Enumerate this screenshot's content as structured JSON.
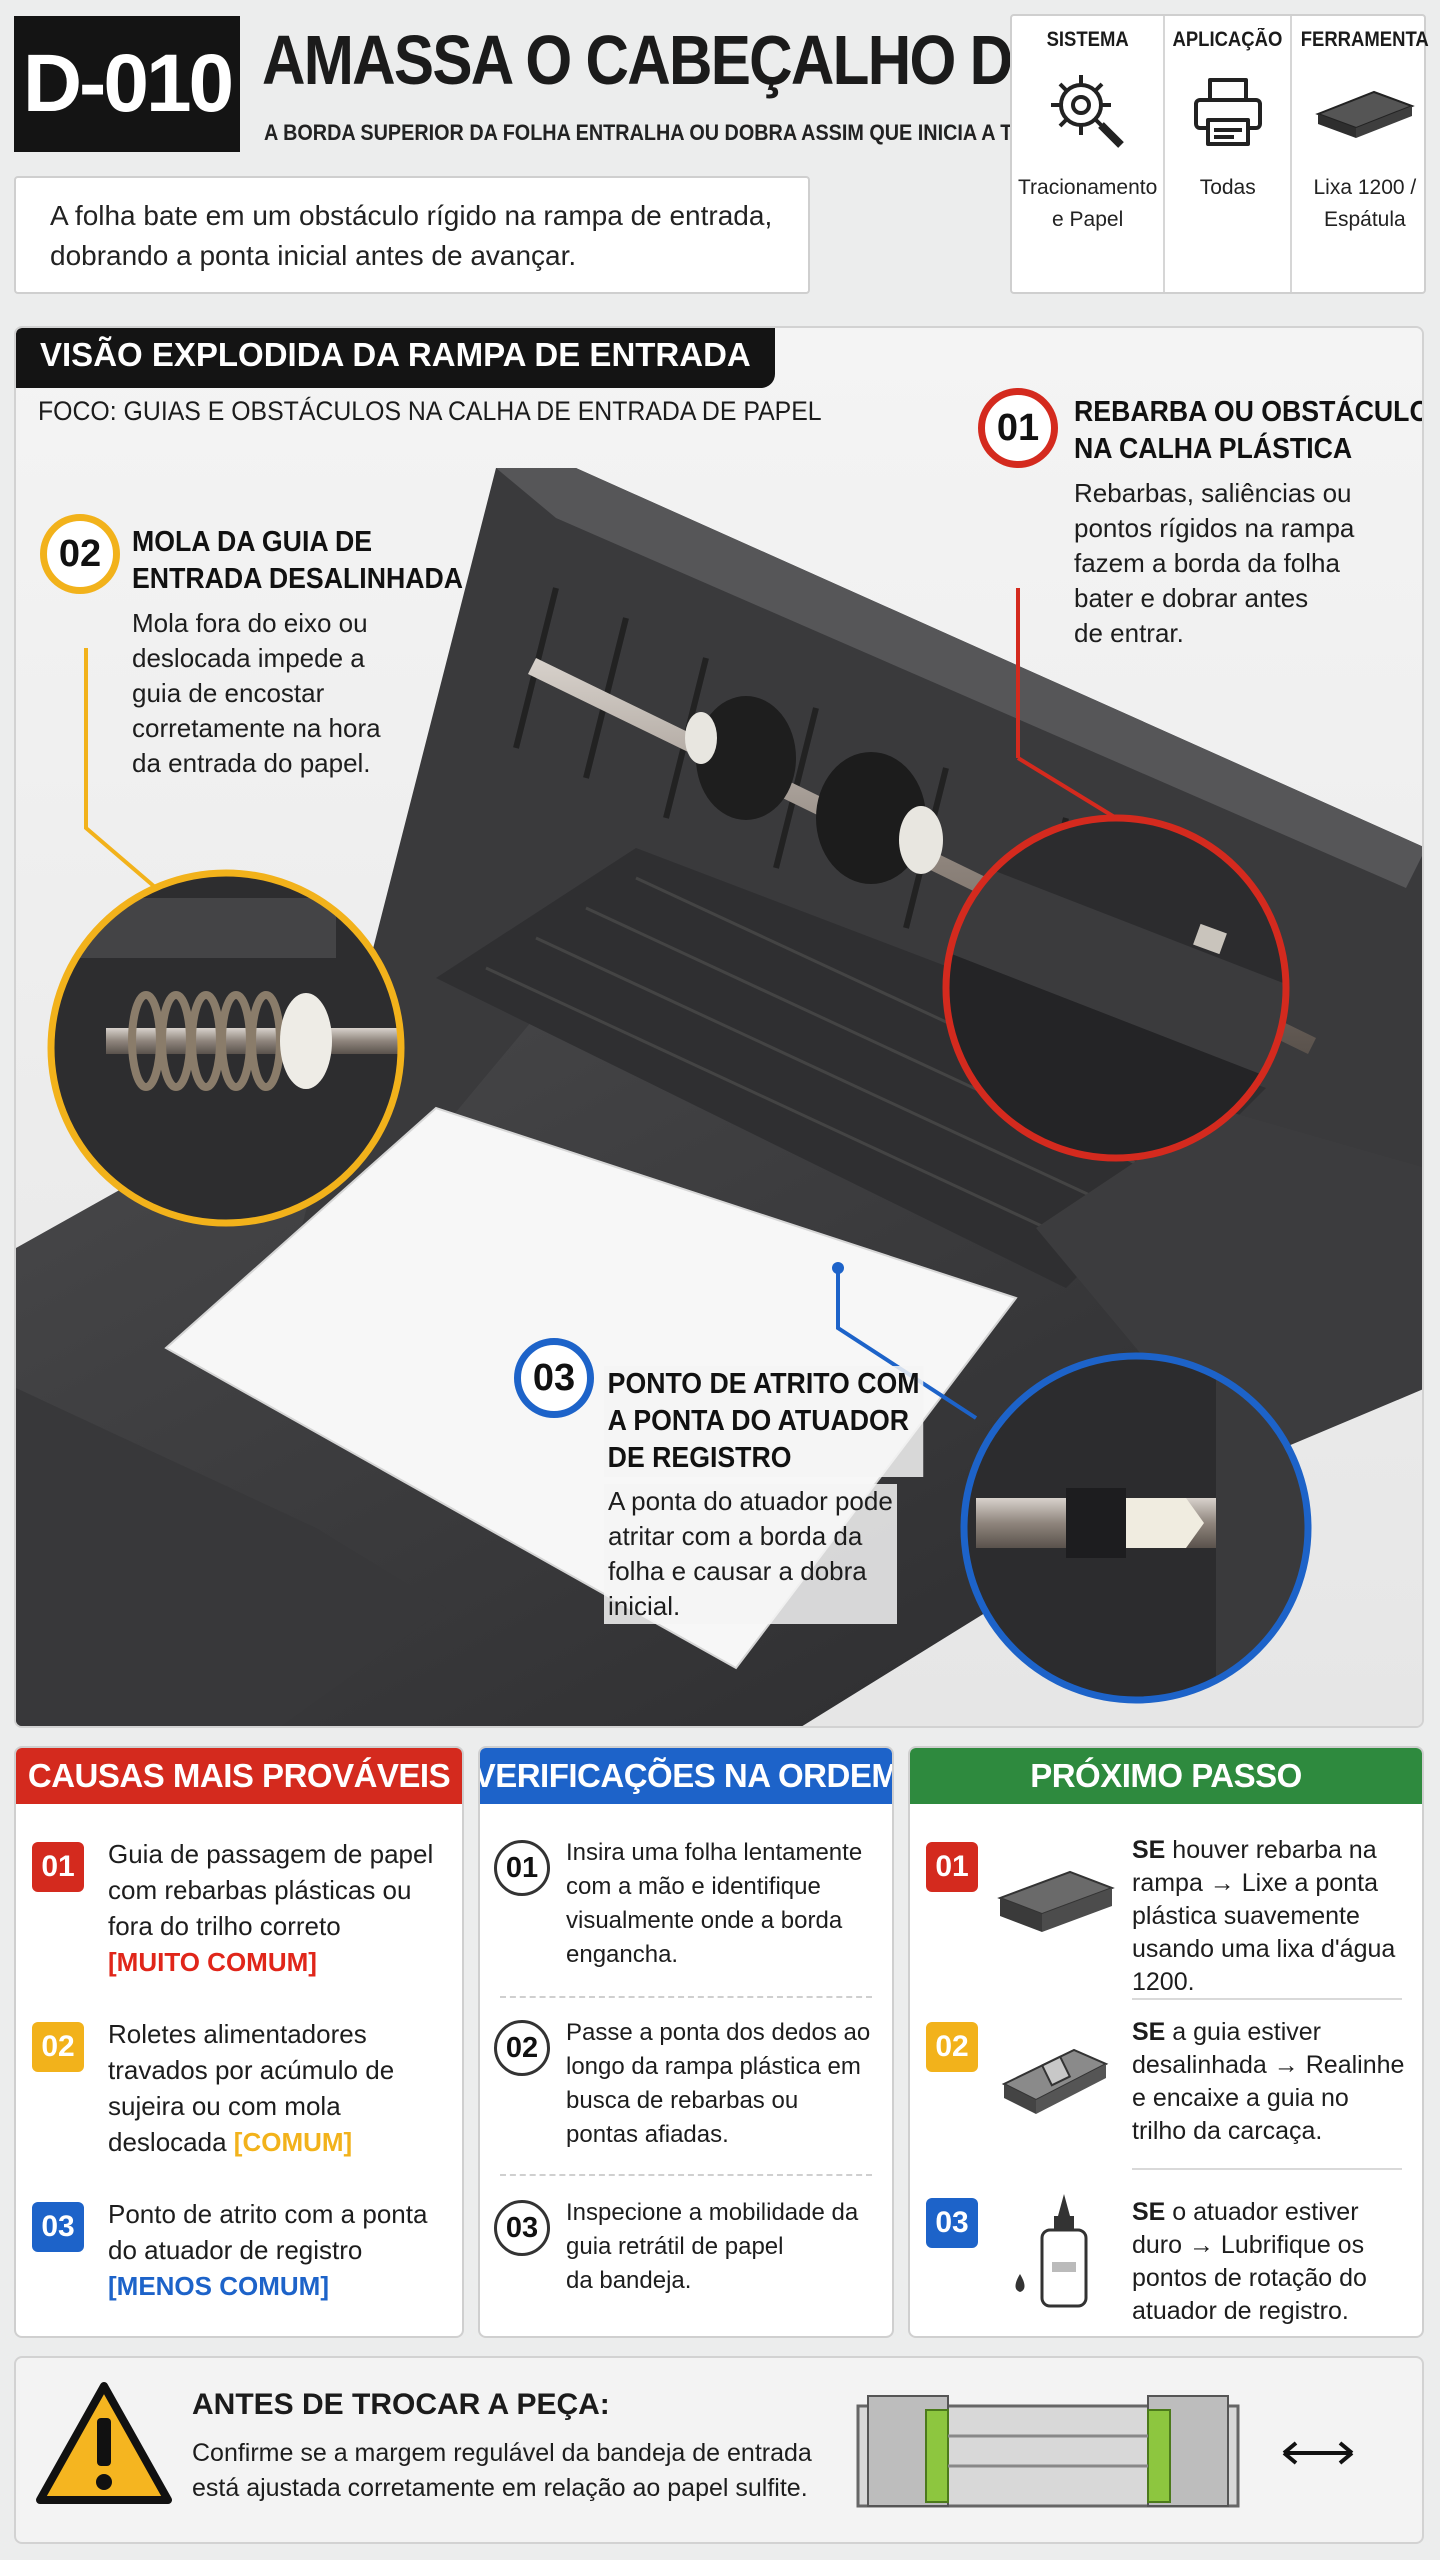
{
  "header": {
    "code": "D-010",
    "title": "AMASSA O CABEÇALHO DA FOLHA",
    "subtitle": "A BORDA SUPERIOR DA FOLHA ENTRALHA OU DOBRA ASSIM QUE INICIA A TRAÇÃO.",
    "intro_line1": "A folha bate em um obstáculo rígido na rampa de entrada,",
    "intro_line2": "dobrando a ponta inicial antes de avançar."
  },
  "meta": [
    {
      "heading": "SISTEMA",
      "icon": "gear-search-icon",
      "value_line1": "Tracionamento",
      "value_line2": "e Papel"
    },
    {
      "heading": "APLICAÇÃO",
      "icon": "printer-icon",
      "value_line1": "Todas",
      "value_line2": ""
    },
    {
      "heading": "FERRAMENTA",
      "icon": "sanding-block-icon",
      "value_line1": "Lixa 1200 /",
      "value_line2": "Espátula"
    }
  ],
  "diagram": {
    "section_label": "VISÃO EXPLODIDA DA RAMPA DE ENTRADA",
    "focus": "FOCO: GUIAS E OBSTÁCULOS NA CALHA DE ENTRADA DE PAPEL",
    "callouts": [
      {
        "num": "01",
        "color": "#d42a1e",
        "title_line1": "REBARBA OU OBSTÁCULO",
        "title_line2": "NA CALHA PLÁSTICA",
        "text": [
          "Rebarbas, saliências ou",
          "pontos rígidos na rampa",
          "fazem a borda da folha",
          "bater e dobrar antes",
          "de entrar."
        ]
      },
      {
        "num": "02",
        "color": "#f2b21b",
        "title_line1": "MOLA DA GUIA DE",
        "title_line2": "ENTRADA DESALINHADA",
        "text": [
          "Mola fora do eixo ou",
          "deslocada impede a",
          "guia de encostar",
          "corretamente na hora",
          "da entrada do papel."
        ]
      },
      {
        "num": "03",
        "color": "#1d63c9",
        "title_line1": "PONTO DE ATRITO COM",
        "title_line2": "A PONTA DO ATUADOR",
        "title_line3": "DE REGISTRO",
        "text": [
          "A ponta do atuador pode",
          "atritar com a borda da",
          "folha e causar a dobra",
          "inicial."
        ]
      }
    ]
  },
  "causes": {
    "heading": "CAUSAS MAIS PROVÁVEIS",
    "color": "#d42a1e",
    "items": [
      {
        "num": "01",
        "color": "#d42a1e",
        "lines": [
          "Guia de passagem de papel",
          "com rebarbas plásticas ou",
          "fora do trilho correto"
        ],
        "tag": "[MUITO COMUM]",
        "tag_color": "#e0261a"
      },
      {
        "num": "02",
        "color": "#f2b21b",
        "lines": [
          "Roletes alimentadores",
          "travados por acúmulo de",
          "sujeira ou com mola"
        ],
        "last_line": "deslocada",
        "tag": "[COMUM]",
        "tag_color": "#f2b21b"
      },
      {
        "num": "03",
        "color": "#1d63c9",
        "lines": [
          "Ponto de atrito com a ponta",
          "do atuador de registro"
        ],
        "tag": "[MENOS COMUM]",
        "tag_color": "#1d63c9"
      }
    ]
  },
  "checks": {
    "heading": "VERIFICAÇÕES NA ORDEM",
    "color": "#1d63c9",
    "items": [
      {
        "num": "01",
        "lines": [
          "Insira uma folha lentamente",
          "com a mão e identifique",
          "visualmente onde a borda",
          "engancha."
        ]
      },
      {
        "num": "02",
        "lines": [
          "Passe a ponta dos dedos ao",
          "longo da rampa plástica em",
          "busca de rebarbas ou",
          "pontas afiadas."
        ]
      },
      {
        "num": "03",
        "lines": [
          "Inspecione a mobilidade da",
          "guia retrátil de papel",
          "da bandeja."
        ]
      }
    ]
  },
  "next": {
    "heading": "PRÓXIMO PASSO",
    "color": "#2e8a3e",
    "items": [
      {
        "num": "01",
        "color": "#d42a1e",
        "icon": "sanding-block-icon",
        "bold": "SE",
        "lines": [
          " houver rebarba na",
          "rampa → Lixe a ponta",
          "plástica suavemente",
          "usando uma lixa d'água",
          "1200."
        ]
      },
      {
        "num": "02",
        "color": "#f2b21b",
        "icon": "paper-guide-icon",
        "bold": "SE",
        "lines": [
          " a guia estiver",
          "desalinhada → Realinhe",
          "e encaixe a guia no",
          "trilho da carcaça."
        ]
      },
      {
        "num": "03",
        "color": "#1d63c9",
        "icon": "lubricant-bottle-icon",
        "bold": "SE",
        "lines": [
          " o atuador estiver",
          "duro → Lubrifique os",
          "pontos de rotação do",
          "atuador de registro."
        ]
      }
    ]
  },
  "warning": {
    "title": "ANTES DE TROCAR A PEÇA:",
    "line1": "Confirme se a margem regulável da bandeja de entrada",
    "line2": "está ajustada corretamente em relação ao papel sulfite."
  }
}
